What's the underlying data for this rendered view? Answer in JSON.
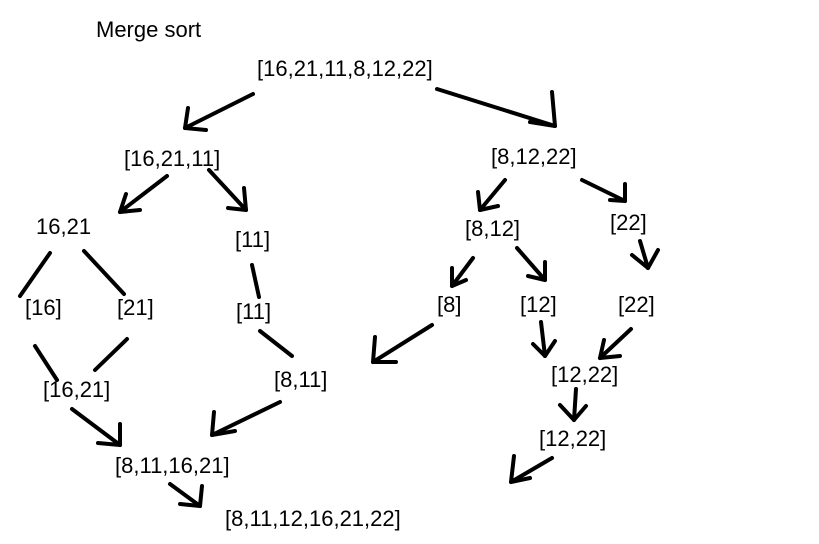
{
  "title": "Merge sort",
  "nodes": {
    "root": "[16,21,11,8,12,22]",
    "left_half": "[16,21,11]",
    "right_half": "[8,12,22]",
    "l_16_21": "16,21",
    "l_11": "[11]",
    "r_8_12": "[8,12]",
    "r_22": "[22]",
    "l_16": "[16]",
    "l_21": "[21]",
    "l_11_b": "[11]",
    "r_8": "[8]",
    "r_12": "[12]",
    "r_22_b": "[22]",
    "m_16_21": "[16,21]",
    "m_8_11": "[8,11]",
    "m_12_22": "[12,22]",
    "m_12_22_b": "[12,22]",
    "m_8_11_16_21": "[8,11,16,21]",
    "result": "[8,11,12,16,21,22]"
  }
}
